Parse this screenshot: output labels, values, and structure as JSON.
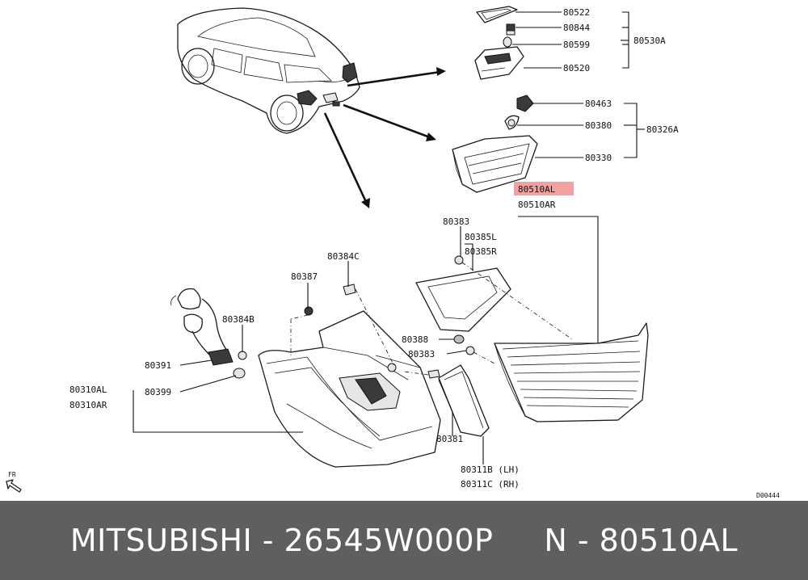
{
  "labels": {
    "p80522": "80522",
    "p80844": "80844",
    "p80599": "80599",
    "p80520": "80520",
    "p80530a": "80530A",
    "p80463": "80463",
    "p80380": "80380",
    "p80330": "80330",
    "p80326a": "80326A",
    "p80510al": "80510AL",
    "p80510ar": "80510AR",
    "p80383_top": "80383",
    "p80385l": "80385L",
    "p80385r": "80385R",
    "p80384c": "80384C",
    "p80387": "80387",
    "p80384b": "80384B",
    "p80391": "80391",
    "p80310al": "80310AL",
    "p80310ar": "80310AR",
    "p80399": "80399",
    "p80388": "80388",
    "p80383_mid": "80383",
    "p80381": "80381",
    "p80311b": "80311B (LH)",
    "p80311c": "80311C (RH)",
    "fr": "FR",
    "code": "D00444"
  },
  "highlight_color": "#f4a0a0",
  "footer": {
    "text": "MITSUBISHI - 26545W000P     N - 80510AL"
  }
}
